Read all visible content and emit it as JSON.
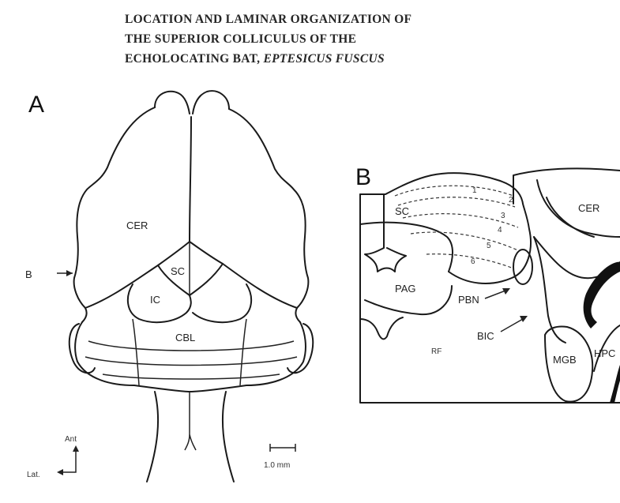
{
  "title": {
    "line1": "LOCATION AND LAMINAR ORGANIZATION OF",
    "line2": "THE SUPERIOR COLLICULUS OF THE",
    "line3_plain": "ECHOLOCATING BAT, ",
    "line3_italic": "EPTESICUS FUSCUS"
  },
  "panel_a": {
    "letter": "A",
    "labels": {
      "cer": "CER",
      "sc": "SC",
      "ic": "IC",
      "cbl": "CBL",
      "section_marker": "B"
    },
    "scale_bar_label": "1.0 mm",
    "orientation": {
      "ant": "Ant",
      "lat": "Lat."
    }
  },
  "panel_b": {
    "letter": "B",
    "labels": {
      "sc": "SC",
      "pag": "PAG",
      "pbn": "PBN",
      "bic": "BIC",
      "rf": "RF",
      "cer": "CER",
      "mgb": "MGB",
      "hpc": "HPC"
    },
    "layer_numbers": [
      "1",
      "2",
      "3",
      "4",
      "5",
      "6"
    ]
  }
}
